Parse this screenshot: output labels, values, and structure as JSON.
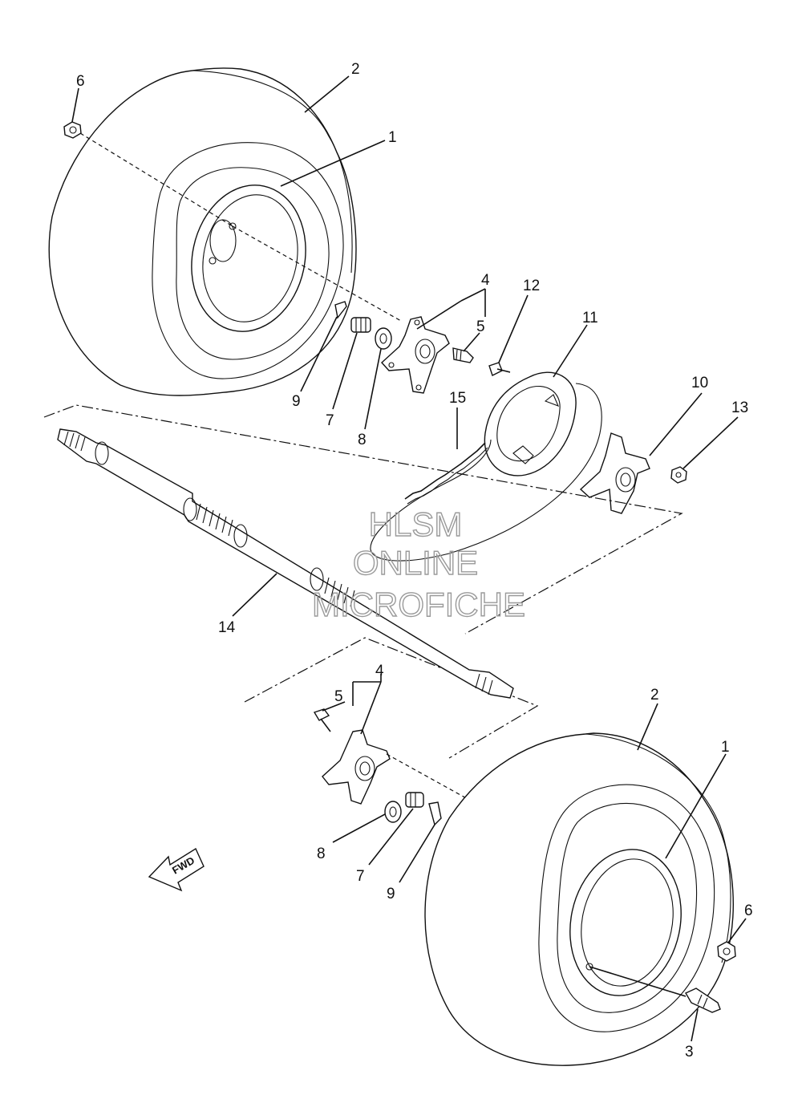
{
  "callouts": {
    "wheel_upper": "1",
    "tire_upper": "2",
    "valve": "3",
    "hub_upper": "4",
    "stud_upper": "5",
    "nut_upper": "6",
    "castle_nut_upper": "7",
    "washer_upper": "8",
    "cotter_pin_upper": "9",
    "sprocket_hub": "10",
    "sprocket": "11",
    "bolt": "12",
    "nut_13": "13",
    "axle": "14",
    "chain": "15",
    "wheel_lower": "1",
    "tire_lower": "2",
    "hub_lower": "4",
    "stud_lower": "5",
    "nut_lower": "6",
    "castle_nut_lower": "7",
    "washer_lower": "8",
    "cotter_pin_lower": "9"
  },
  "watermark": {
    "line1": "HLSM",
    "line2": "ONLINE",
    "line3": "MICROFICHE",
    "color": "#9a9a9a"
  },
  "fwd_label": "FWD"
}
